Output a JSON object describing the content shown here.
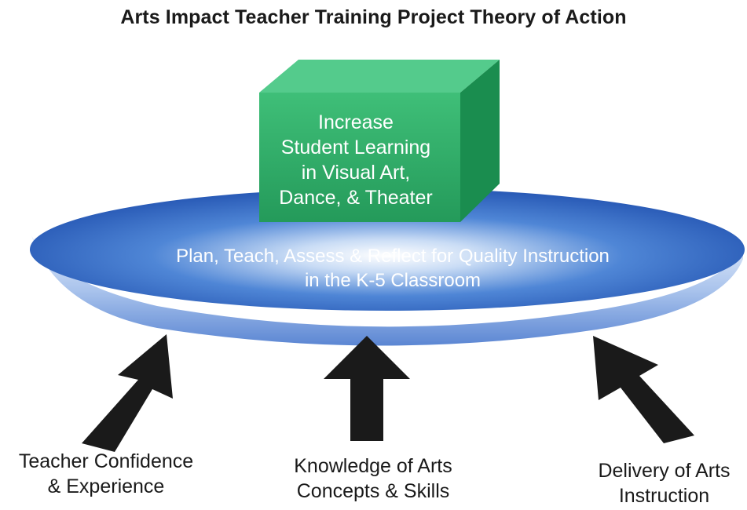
{
  "title": "Arts Impact Teacher Training Project Theory of Action",
  "outcome": {
    "lines": [
      "Increase",
      "Student Learning",
      "in Visual Art,",
      "Dance, & Theater"
    ],
    "colors": {
      "front": "#2fb06b",
      "top": "#52c98a",
      "side": "#178a4c"
    }
  },
  "platform": {
    "lines": [
      "Plan, Teach, Assess & Reflect for Quality Instruction",
      "in the K-5 Classroom"
    ],
    "colors": {
      "top": "#1f5bbd",
      "rim": "#c4d8f3",
      "edge": "#2a55b0"
    }
  },
  "drivers": [
    {
      "lines": [
        "Teacher Confidence",
        "& Experience"
      ],
      "arrow_icon": "arrow-up-right-icon"
    },
    {
      "lines": [
        "Knowledge of Arts",
        "Concepts & Skills"
      ],
      "arrow_icon": "arrow-up-icon"
    },
    {
      "lines": [
        "Delivery of Arts",
        "Instruction"
      ],
      "arrow_icon": "arrow-up-left-icon"
    }
  ],
  "arrow_color": "#1a1a1a"
}
